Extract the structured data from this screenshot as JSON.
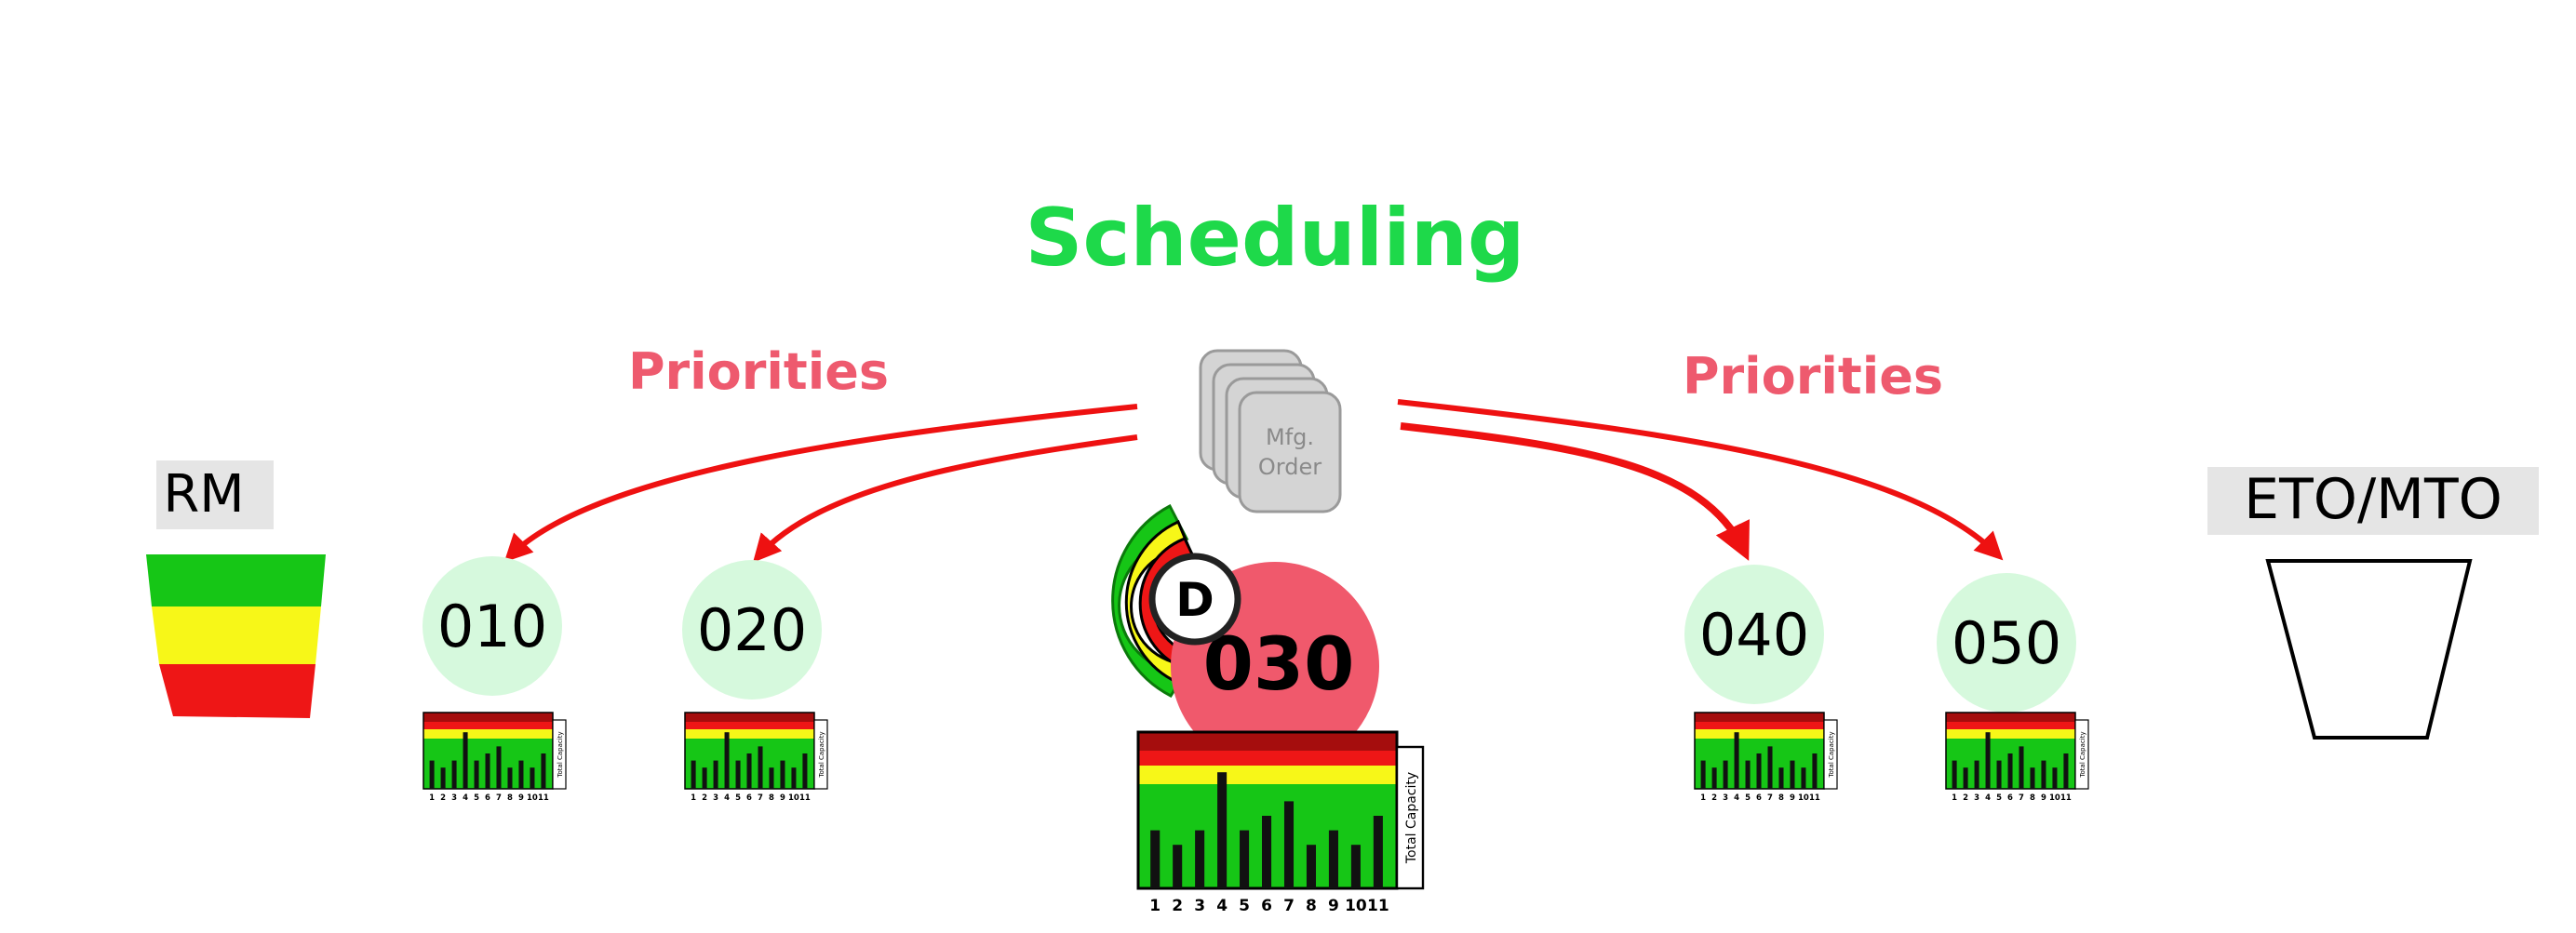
{
  "title": "Scheduling",
  "priorities_left": "Priorities",
  "priorities_right": "Priorities",
  "order_card": {
    "line1": "Mfg.",
    "line2": "Order"
  },
  "rm_label": "RM",
  "eto_label": "ETO/MTO",
  "drum_badge": "D",
  "capacity_label": "Total Capacity",
  "capacity_x_ticks": [
    "1",
    "2",
    "3",
    "4",
    "5",
    "6",
    "7",
    "8",
    "9",
    "10",
    "11"
  ],
  "stations": [
    {
      "id": "010",
      "drum": false
    },
    {
      "id": "020",
      "drum": false
    },
    {
      "id": "030",
      "drum": true
    },
    {
      "id": "040",
      "drum": false
    },
    {
      "id": "050",
      "drum": false
    }
  ],
  "capacity_bar_values": [
    4,
    3,
    4,
    8,
    4,
    5,
    6,
    3,
    4,
    3,
    5
  ],
  "colors": {
    "title": "#1ed94a",
    "priorities": "#ee5a6e",
    "arrow": "#ee1111",
    "station_light": "#d6f9dd",
    "station_drum": "#f0596c",
    "green": "#16c616",
    "yellow": "#f7f718",
    "red": "#ee1616",
    "dark_red": "#a50d0d",
    "order_card": "#d4d4d4",
    "label_bg": "#e5e5e5"
  }
}
